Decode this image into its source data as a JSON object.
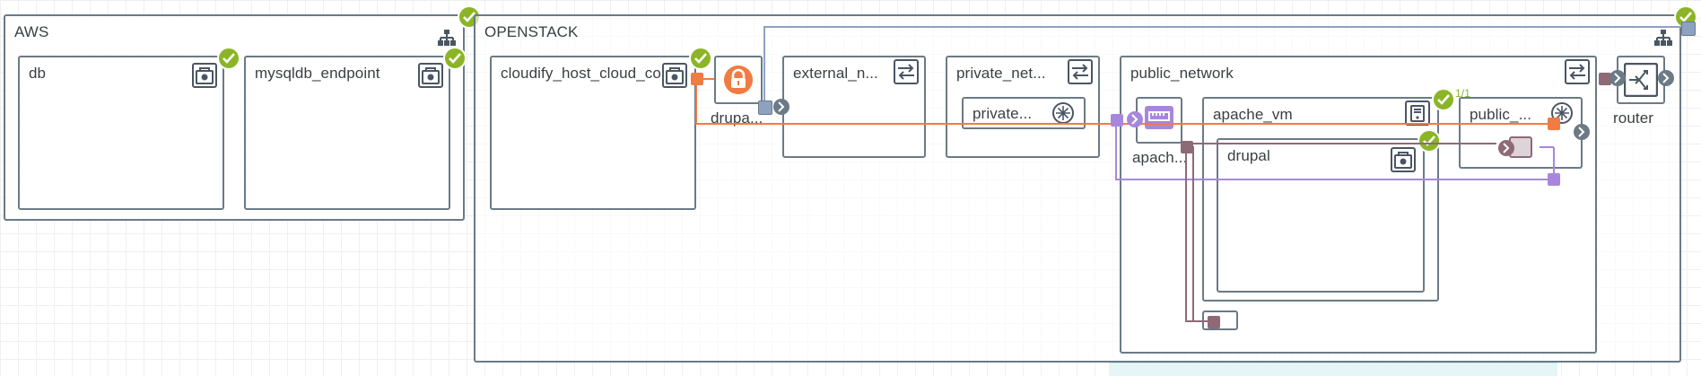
{
  "groups": {
    "aws": {
      "label": "AWS"
    },
    "openstack": {
      "label": "OPENSTACK"
    }
  },
  "nodes": {
    "db": {
      "label": "db"
    },
    "mysqldb_endpoint": {
      "label": "mysqldb_endpoint"
    },
    "cloudify_host": {
      "label": "cloudify_host_cloud_co..."
    },
    "drupal_sg": {
      "label": "drupa..."
    },
    "external_network": {
      "label": "external_n..."
    },
    "private_network": {
      "label": "private_net..."
    },
    "private_subnet": {
      "label": "private..."
    },
    "public_network": {
      "label": "public_network"
    },
    "apache_port": {
      "label": "apach..."
    },
    "apache_vm": {
      "label": "apache_vm",
      "instances": "1/1"
    },
    "drupal": {
      "label": "drupal"
    },
    "public_subnet": {
      "label": "public_..."
    },
    "router": {
      "label": "router"
    }
  },
  "colors": {
    "border": "#6b7a86",
    "check": "#8bb526",
    "orange": "#f07b43",
    "purple": "#a787dc",
    "mauve": "#8e6a76",
    "steel": "#8da2c0"
  },
  "icons": [
    "cluster-icon",
    "compute-icon",
    "lock-icon",
    "network-icon",
    "subnet-icon",
    "server-icon",
    "nic-icon",
    "router-icon",
    "volume-icon",
    "check-icon"
  ]
}
